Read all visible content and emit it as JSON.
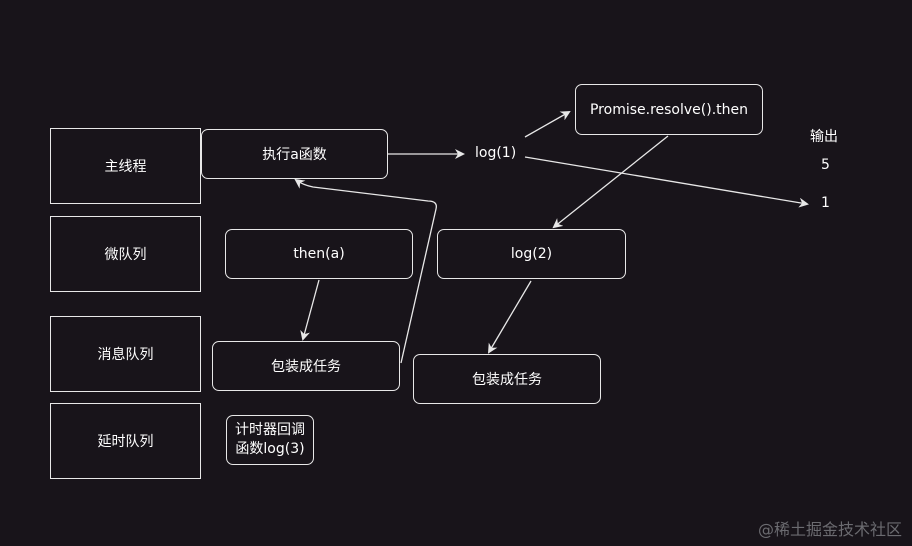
{
  "lanes": {
    "main_thread": "主线程",
    "microtask_queue": "微队列",
    "message_queue": "消息队列",
    "delay_queue": "延时队列"
  },
  "nodes": {
    "exec_a": "执行a函数",
    "log1": "log(1)",
    "promise_then": "Promise.resolve().then",
    "then_a": "then(a)",
    "log2": "log(2)",
    "wrap_task_1": "包装成任务",
    "wrap_task_2": "包装成任务",
    "timer_line1": "计时器回调",
    "timer_line2": "函数log(3)"
  },
  "output": {
    "title": "输出",
    "values": [
      "5",
      "1"
    ]
  },
  "watermark": "@稀土掘金技术社区",
  "colors": {
    "background": "#18141a",
    "stroke": "#e8e8e8",
    "text": "#ffffff"
  }
}
